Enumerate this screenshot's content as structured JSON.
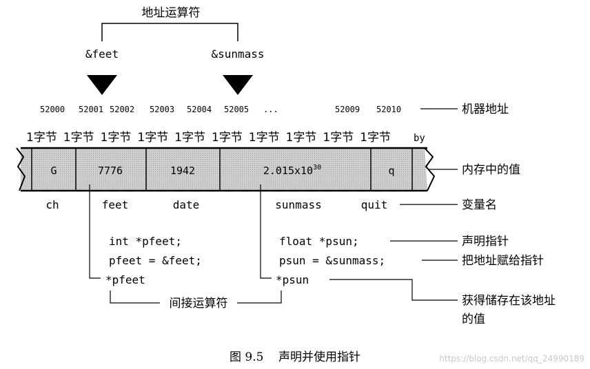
{
  "top_label": "地址运算符",
  "address_operators": [
    "&feet",
    "&sunmass"
  ],
  "addresses": [
    "52000",
    "52001",
    "52002",
    "52003",
    "52004",
    "52005",
    "...",
    "52009",
    "52010"
  ],
  "byte_label": "1字节",
  "byte_tail": "by",
  "cells": [
    "G",
    "7776",
    "1942",
    "2.015x10",
    "q"
  ],
  "cell_exponent": "30",
  "var_names": [
    "ch",
    "feet",
    "date",
    "sunmass",
    "quit"
  ],
  "code_left": [
    "int *pfeet;",
    "pfeet = &feet;",
    "*pfeet"
  ],
  "code_right": [
    "float *psun;",
    "psun = &sunmass;",
    "*psun"
  ],
  "labels": {
    "machine_address": "机器地址",
    "memory_value": "内存中的值",
    "var_name": "变量名",
    "declare_pointer": "声明指针",
    "assign_address": "把地址赋给指针",
    "get_value_1": "获得储存在该地址",
    "get_value_2": "的值",
    "indirect_op": "间接运算符"
  },
  "caption": "图 9.5    声明并使用指针",
  "watermark": "https://blog.csdn.net/qq_24990189"
}
